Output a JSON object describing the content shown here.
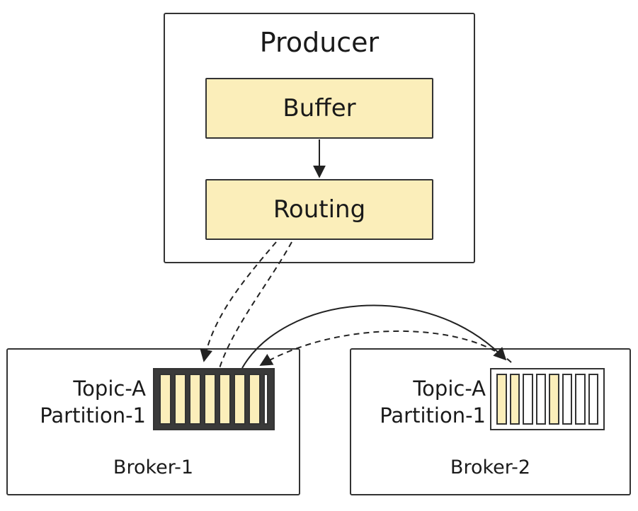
{
  "producer": {
    "title": "Producer",
    "buffer_label": "Buffer",
    "routing_label": "Routing"
  },
  "brokers": [
    {
      "name": "Broker-1",
      "topic": "Topic-A",
      "partition": "Partition-1",
      "slots": [
        1,
        1,
        1,
        1,
        1,
        1,
        1,
        0
      ],
      "frame": "#3a3a3a"
    },
    {
      "name": "Broker-2",
      "topic": "Topic-A",
      "partition": "Partition-1",
      "slots": [
        1,
        1,
        0,
        0,
        1,
        0,
        0,
        0
      ],
      "frame": "#ffffff"
    }
  ],
  "colors": {
    "fill": "#fbeeba",
    "line": "#222222"
  }
}
